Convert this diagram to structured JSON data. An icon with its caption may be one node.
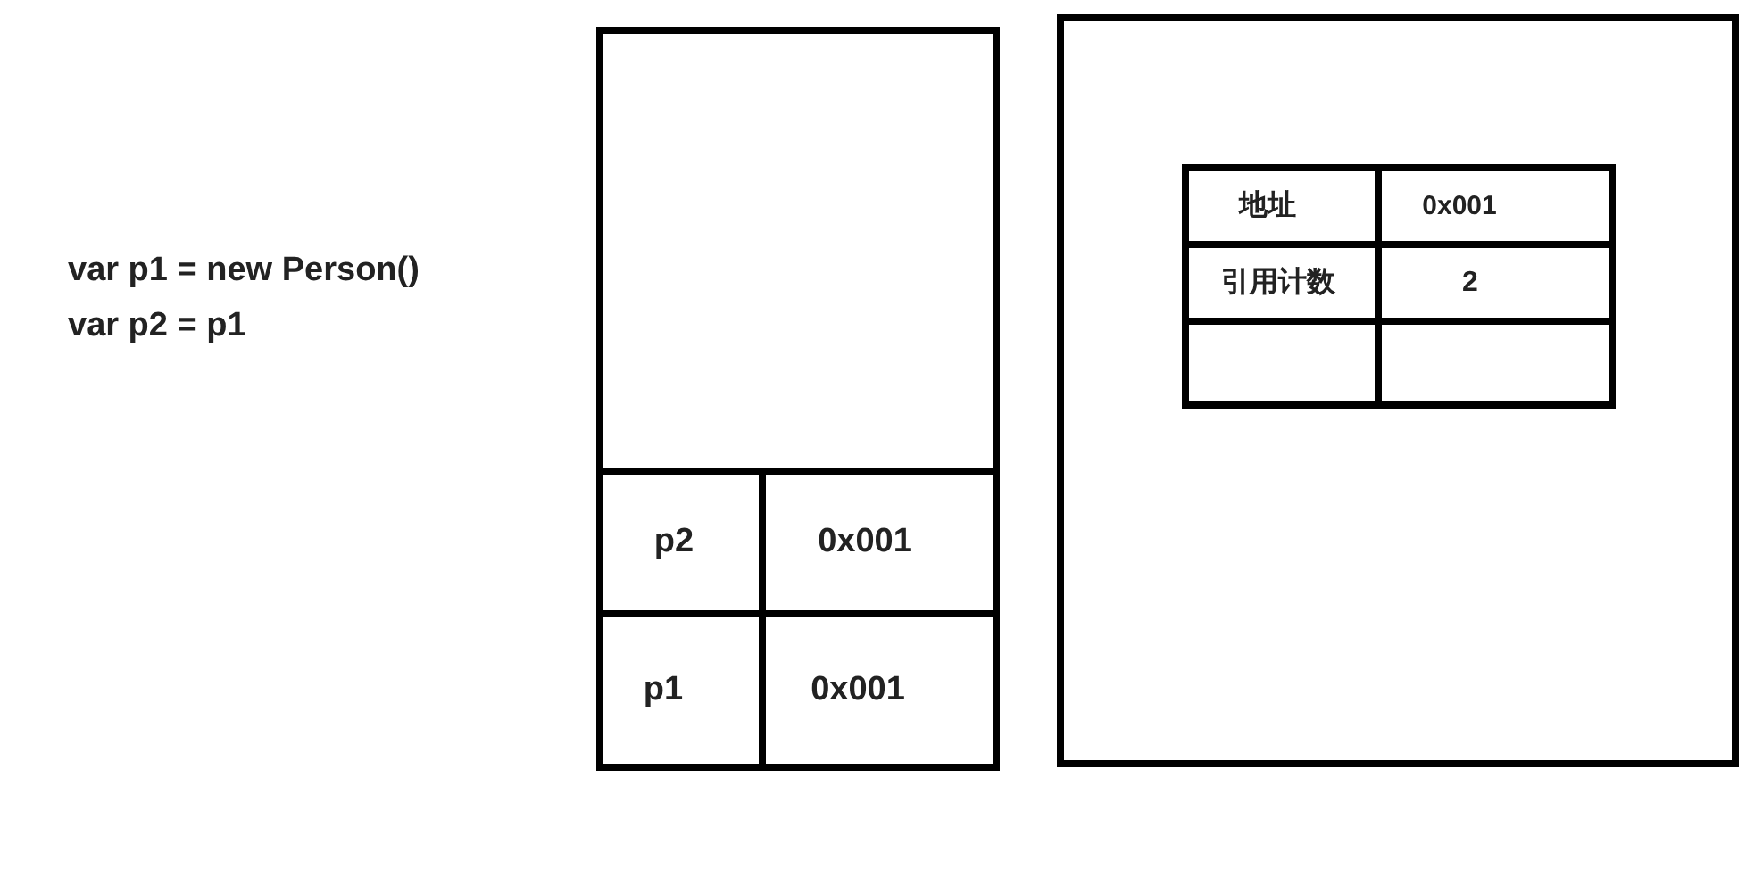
{
  "diagram": {
    "nodes": [
      {
        "text": [],
        "shape": "box"
      },
      {
        "text": [
          "p2"
        ],
        "in": 0
      },
      {
        "text": [
          "0x001"
        ],
        "in": 0
      },
      {
        "text": [
          "p1"
        ],
        "in": 0
      },
      {
        "text": [
          "0x001"
        ],
        "in": 0
      },
      {
        "text": [],
        "shape": "box"
      },
      {
        "text": [
          "地址"
        ],
        "in": 5
      },
      {
        "text": [
          "0x001"
        ],
        "in": 5
      },
      {
        "text": [
          "引用计数"
        ],
        "in": 5
      },
      {
        "text": [
          "2"
        ],
        "in": 5
      },
      {
        "text": [],
        "shape": "box",
        "in": 5
      },
      {
        "text": [],
        "shape": "box",
        "in": 5
      }
    ],
    "labels": [
      "var p1 = new Person()",
      "var p2 = p1"
    ]
  }
}
